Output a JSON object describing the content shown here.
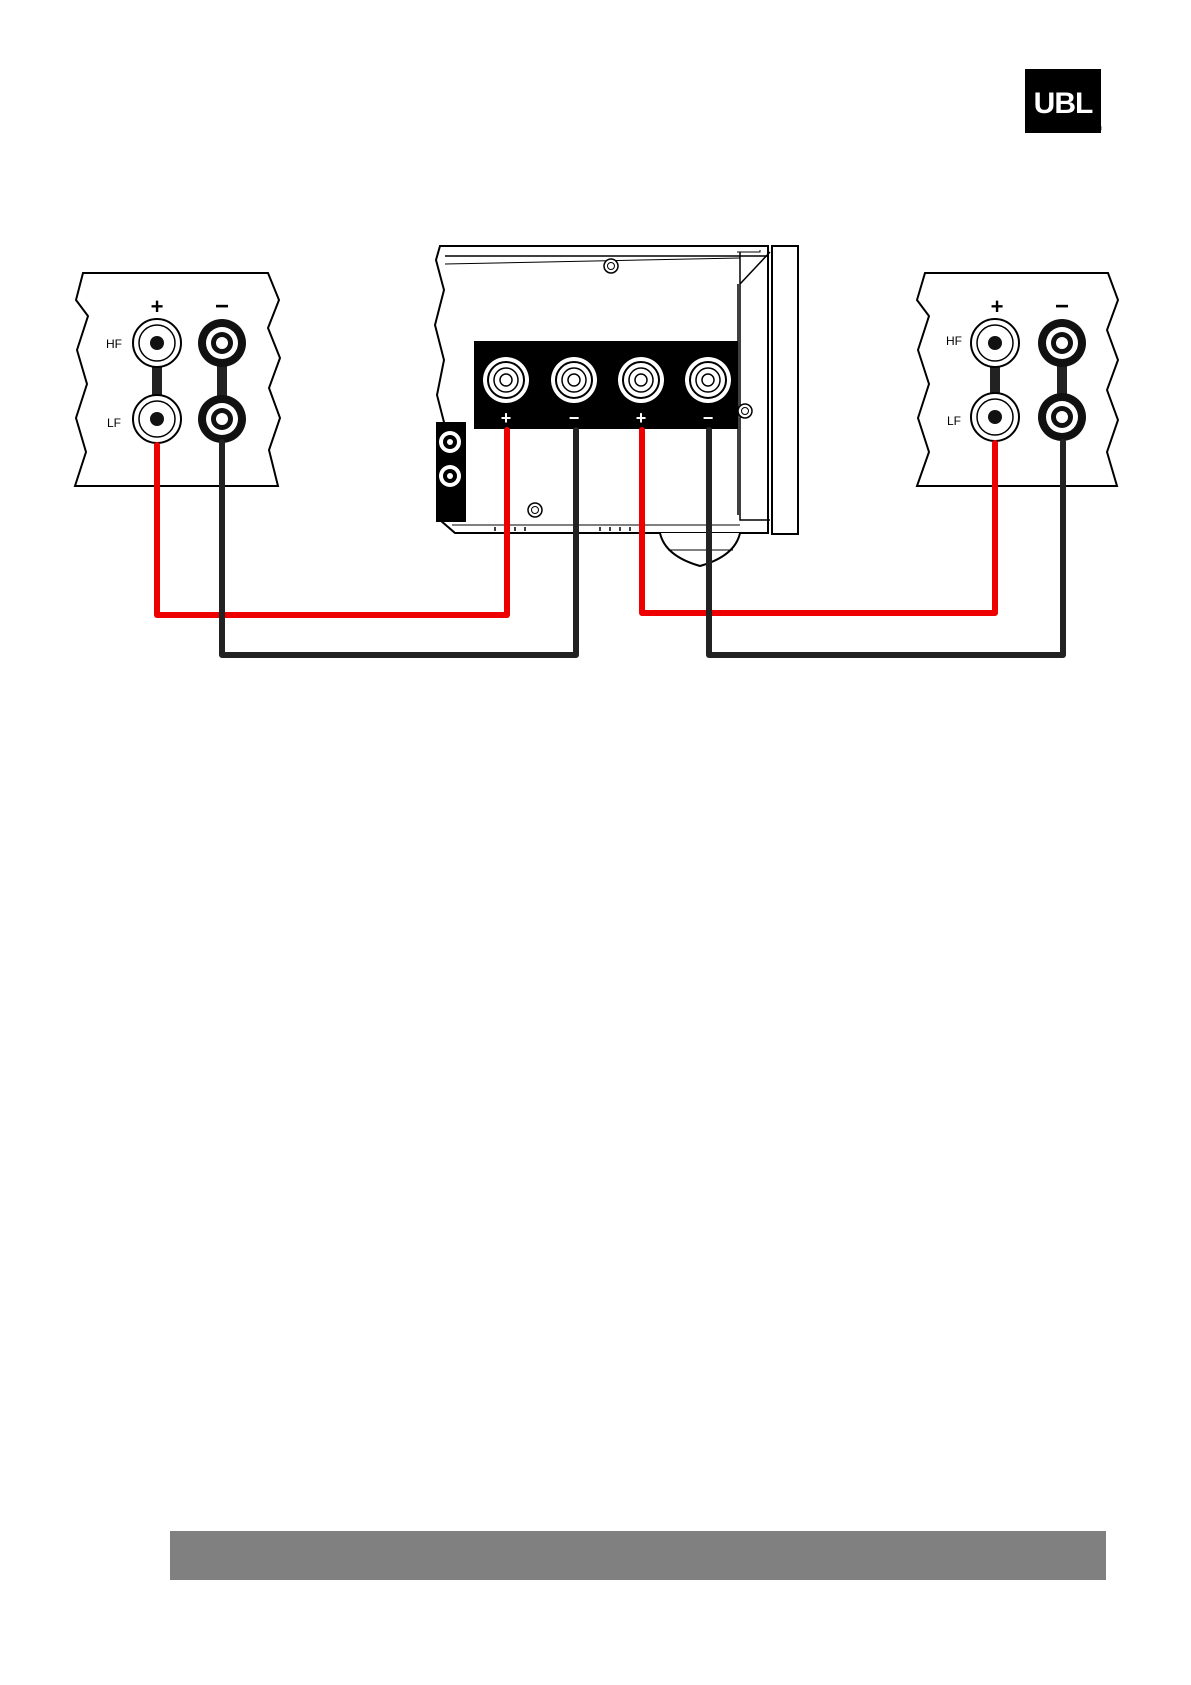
{
  "logo": {
    "text": "UBL",
    "registered": "®"
  },
  "left_speaker": {
    "plus": "+",
    "minus": "−",
    "hf_label": "HF",
    "lf_label": "LF"
  },
  "right_speaker": {
    "plus": "+",
    "minus": "−",
    "hf_label": "HF",
    "lf_label": "LF"
  },
  "amplifier": {
    "terminal_labels": [
      "+",
      "−",
      "+",
      "−"
    ]
  },
  "colors": {
    "positive_wire": "#ee0000",
    "negative_wire": "#222222",
    "terminal_panel": "#000000",
    "bottom_bar": "#808080"
  }
}
